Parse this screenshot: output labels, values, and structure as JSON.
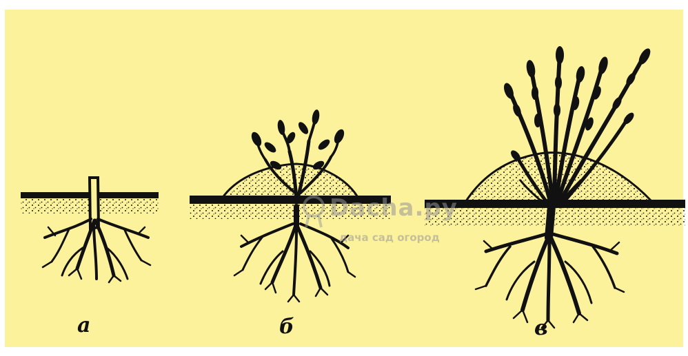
{
  "figure": {
    "stages": [
      {
        "id": "a",
        "label": "а",
        "description_icon": "cut-stem-root-icon"
      },
      {
        "id": "b",
        "label": "б",
        "description_icon": "hilled-young-shoots-icon"
      },
      {
        "id": "c",
        "label": "в",
        "description_icon": "mature-hilled-bush-icon"
      }
    ],
    "watermark": {
      "main": "Dacha.py",
      "sub": "дача сад огород"
    }
  },
  "colors": {
    "background": "#fdf29c",
    "ink": "#111111",
    "soil_fill": "#fdf29c"
  }
}
